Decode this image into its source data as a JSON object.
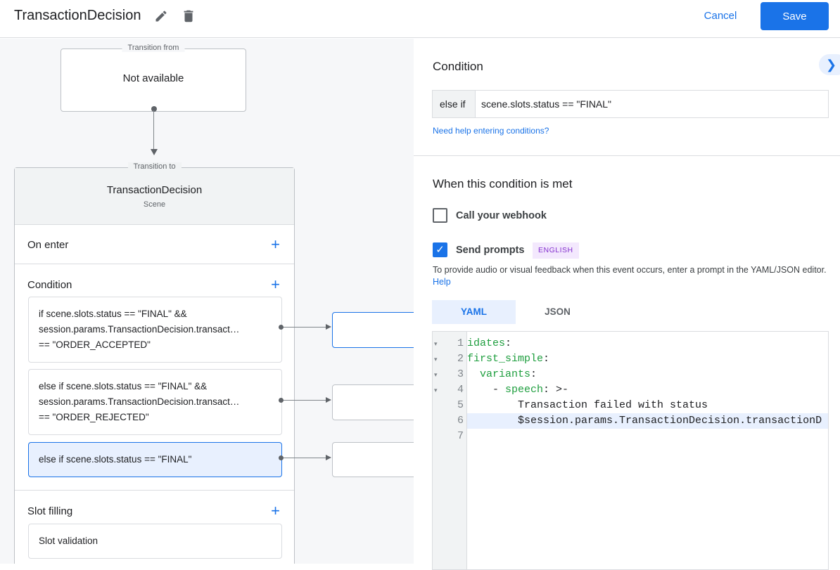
{
  "header": {
    "title": "TransactionDecision",
    "edit_icon": "pencil-icon",
    "delete_icon": "trash-icon",
    "cancel_label": "Cancel",
    "save_label": "Save"
  },
  "canvas": {
    "transition_from": {
      "legend": "Transition from",
      "value": "Not available"
    },
    "scene": {
      "legend": "Transition to",
      "name": "TransactionDecision",
      "type": "Scene"
    },
    "on_enter": "On enter",
    "condition": "Condition",
    "conditions": [
      {
        "lines": [
          "if scene.slots.status == \"FINAL\" &&",
          "session.params.TransactionDecision.transact…",
          "== \"ORDER_ACCEPTED\""
        ]
      },
      {
        "lines": [
          "else if scene.slots.status == \"FINAL\" &&",
          "session.params.TransactionDecision.transact…",
          "== \"ORDER_REJECTED\""
        ]
      },
      {
        "lines": [
          "else if scene.slots.status == \"FINAL\""
        ],
        "selected": true
      }
    ],
    "slot_filling": "Slot filling",
    "slot_validation": "Slot validation"
  },
  "panel": {
    "condition_title": "Condition",
    "condition_prefix": "else if",
    "condition_value": "scene.slots.status == \"FINAL\"",
    "help_link": "Need help entering conditions?",
    "met_title": "When this condition is met",
    "webhook_label": "Call your webhook",
    "webhook_checked": false,
    "prompts_label": "Send prompts",
    "prompts_checked": true,
    "language_chip": "ENGLISH",
    "helper_text": "To provide audio or visual feedback when this event occurs, enter a prompt in the YAML/JSON editor.",
    "helper_link": "Help",
    "tabs": [
      {
        "label": "YAML",
        "active": true
      },
      {
        "label": "JSON",
        "active": false
      }
    ],
    "code_lines": [
      {
        "n": "1",
        "fold": true,
        "key": "idates",
        "rest": ":"
      },
      {
        "n": "2",
        "fold": true,
        "key": "first_simple",
        "rest": ":"
      },
      {
        "n": "3",
        "fold": true,
        "indent": "  ",
        "key": "variants",
        "rest": ":"
      },
      {
        "n": "4",
        "fold": true,
        "indent": "    - ",
        "key": "speech",
        "rest": ": >-"
      },
      {
        "n": "5",
        "fold": false,
        "indent": "        ",
        "key": "",
        "rest": "Transaction failed with status"
      },
      {
        "n": "6",
        "fold": false,
        "indent": "        ",
        "key": "",
        "rest": "$session.params.TransactionDecision.transactionD",
        "active": true
      },
      {
        "n": "7",
        "fold": false,
        "key": "",
        "rest": ""
      }
    ]
  },
  "colors": {
    "accent": "#1a73e8",
    "selected_bg": "#e8f0fe",
    "chip_bg": "#f3e8fd",
    "chip_text": "#8430ce",
    "yaml_key": "#1e9e3e"
  }
}
